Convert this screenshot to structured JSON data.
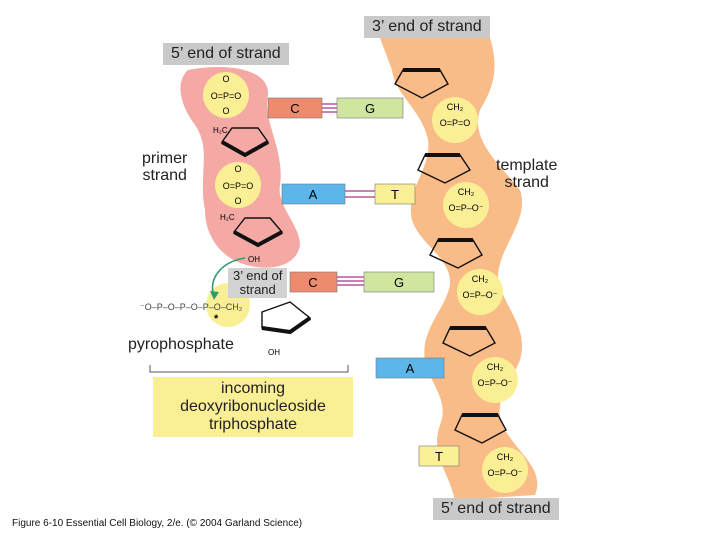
{
  "labels": {
    "five_prime_top": "5’ end of strand",
    "three_prime_top": "3’ end of strand",
    "three_prime_mid": [
      "3’ end of",
      "strand"
    ],
    "five_prime_bottom": "5’ end of strand",
    "primer_strand": [
      "primer",
      "strand"
    ],
    "template_strand": [
      "template",
      "strand"
    ],
    "pyrophosphate": "pyrophosphate",
    "incoming": [
      "incoming",
      "deoxyribonucleoside",
      "triphosphate"
    ],
    "caption": "Figure 6-10  Essential Cell Biology, 2/e. (© 2004 Garland Science)"
  },
  "bases": {
    "primer": [
      "C",
      "A",
      "C"
    ],
    "template": [
      "G",
      "T",
      "G",
      "A",
      "T"
    ]
  },
  "chem": {
    "o": "O",
    "o_minus": "O⁻",
    "minus_o": "⁻O",
    "p": "P",
    "eq_p_eq": "O=P=O",
    "eq_p_minus": "O=P–O⁻",
    "ch2": "CH₂",
    "h2c": "H₂C",
    "oh": "OH",
    "c": "C",
    "star": "*",
    "pyro_chain": "⁻O–P–O–P–O–P–O–CH₂"
  },
  "colors": {
    "primer_strand": "#f4a9a4",
    "template_strand": "#f9bb87",
    "phosphate": "#fbef95",
    "base_C": "#ee8a6d",
    "base_G": "#cfe5a0",
    "base_A": "#5db6ea",
    "base_T": "#fbef95",
    "hbond": "#b9579a",
    "attack_arrow": "#2f9c6e"
  }
}
